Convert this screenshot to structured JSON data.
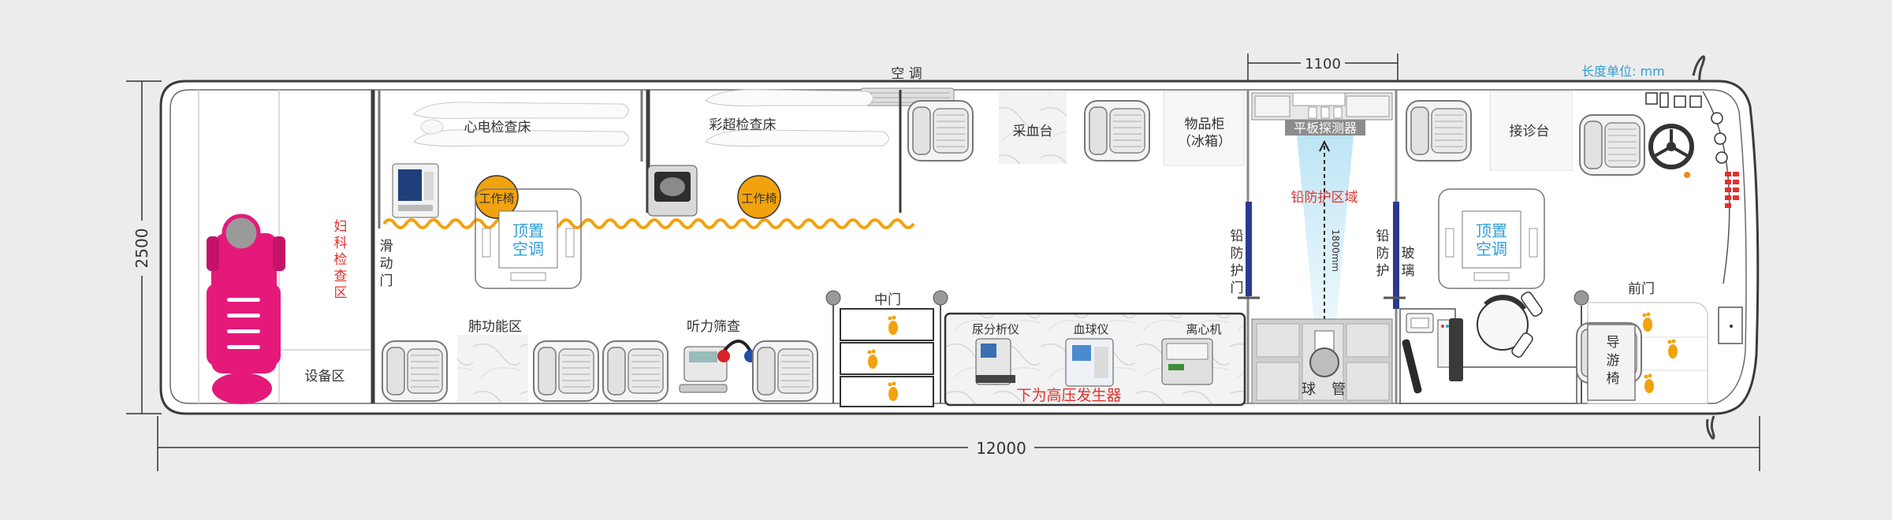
{
  "colors": {
    "background": "#ececec",
    "wall": "#3b3b3b",
    "magenta": "#e5197a",
    "orange": "#f2a20c",
    "blue_text": "#2f9fd6",
    "red_text": "#e0312f",
    "lead_strip": "#2b3a8f"
  },
  "dimensions": {
    "length_total": "12000",
    "width_total": "2500",
    "lead_zone_width": "1100",
    "unit_label": "长度单位: mm",
    "beam_distance": "1800mm"
  },
  "top_labels": {
    "ac_top": "空 调"
  },
  "zones": {
    "gyn_exam": [
      "妇",
      "科",
      "检",
      "查",
      "区"
    ],
    "equipment": "设备区",
    "sliding_door": [
      "滑",
      "动",
      "门"
    ],
    "ecg_bed": "心电检查床",
    "ultrasound_bed": "彩超检查床",
    "work_chair_1": "工作椅",
    "work_chair_2": "工作椅",
    "ceiling_ac_1": [
      "顶置",
      "空调"
    ],
    "ceiling_ac_2": [
      "顶置",
      "空调"
    ],
    "lung_function": "肺功能区",
    "hearing_screening": "听力筛查",
    "middle_door": "中门",
    "blood_station": "采血台",
    "cabinet": [
      "物品柜",
      "（冰箱）"
    ],
    "urine_analyzer": "尿分析仪",
    "blood_cell_analyzer": "血球仪",
    "centrifuge": "离心机",
    "hv_generator_below": "下为高压发生器",
    "flat_detector": "平板探测器",
    "lead_zone": "铅防护区域",
    "lead_door": [
      "铅",
      "防",
      "护",
      "门"
    ],
    "lead_glass": [
      "铅",
      "防",
      "护",
      "玻",
      "璃"
    ],
    "tube": [
      "球",
      "管"
    ],
    "reception": "接诊台",
    "front_door": "前门",
    "guide_seat": [
      "导",
      "游",
      "椅"
    ]
  }
}
